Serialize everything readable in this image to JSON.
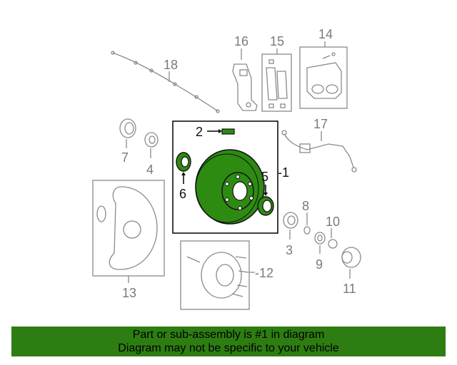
{
  "diagram": {
    "highlight_color": "#2e8b12",
    "callouts": {
      "c1": "-1",
      "c2": "2",
      "c3": "3",
      "c4": "4",
      "c5": "5",
      "c6": "6",
      "c7": "7",
      "c8": "8",
      "c9": "9",
      "c10": "10",
      "c11": "11",
      "c12": "-12",
      "c13": "13",
      "c14": "14",
      "c15": "15",
      "c16": "16",
      "c17": "17",
      "c18": "18"
    }
  },
  "banner": {
    "color": "#2e7d12",
    "line1": "Part or sub-assembly is #1 in diagram",
    "line2": "Diagram may not be specific to your vehicle"
  }
}
